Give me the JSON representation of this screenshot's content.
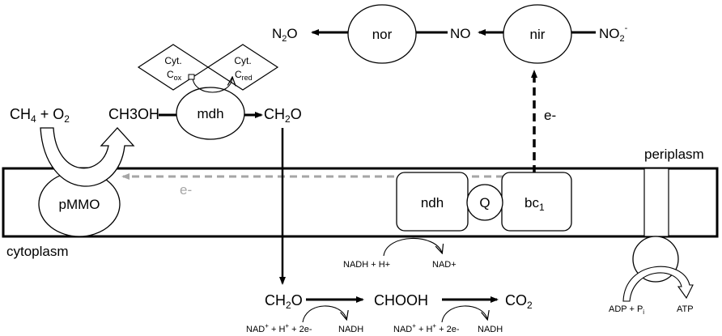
{
  "enzymes": {
    "nor": "nor",
    "nir": "nir",
    "mdh": "mdh",
    "pmmo": "pMMO",
    "ndh": "ndh",
    "q": "Q",
    "bc1_base": "bc",
    "bc1_sub": "1"
  },
  "species": {
    "n2o_a": "N",
    "n2o_sub": "2",
    "n2o_b": "O",
    "no": "NO",
    "no2_base": "NO",
    "no2_sub": "2",
    "no2_sup": "-",
    "ch4_a": "CH",
    "ch4_sub": "4",
    "ch4_b": " + O",
    "o2_sub": "2",
    "ch3oh": "CH3OH",
    "ch2o_top_a": "CH",
    "ch2o_top_sub": "2",
    "ch2o_top_b": "O",
    "ch2o_bot_a": "CH",
    "ch2o_bot_sub": "2",
    "ch2o_bot_b": "O",
    "chooh": "CHOOH",
    "co2_a": "CO",
    "co2_sub": "2"
  },
  "cytochromes": {
    "left_title": "Cyt.",
    "left_base": "C",
    "left_sub": "ox",
    "right_title": "Cyt.",
    "right_base": "C",
    "right_sub": "red"
  },
  "electron_labels": {
    "gray": "e-",
    "black": "e-"
  },
  "compartments": {
    "periplasm": "periplasm",
    "cytoplasm": "cytoplasm"
  },
  "cofactors": {
    "nadh_h": "NADH + H+",
    "nad_plus": "NAD+",
    "nadh_1": "NADH",
    "nadh_2": "NADH",
    "nad_reduce_1": {
      "a": "NAD",
      "sup1": "+",
      "b": " + H",
      "sup2": "+",
      "c": " + 2e-"
    },
    "nad_reduce_2": {
      "a": "NAD",
      "sup1": "+",
      "b": " + H",
      "sup2": "+",
      "c": " + 2e-"
    },
    "adp_a": "ADP + P",
    "adp_sub": "i",
    "atp": "ATP"
  }
}
